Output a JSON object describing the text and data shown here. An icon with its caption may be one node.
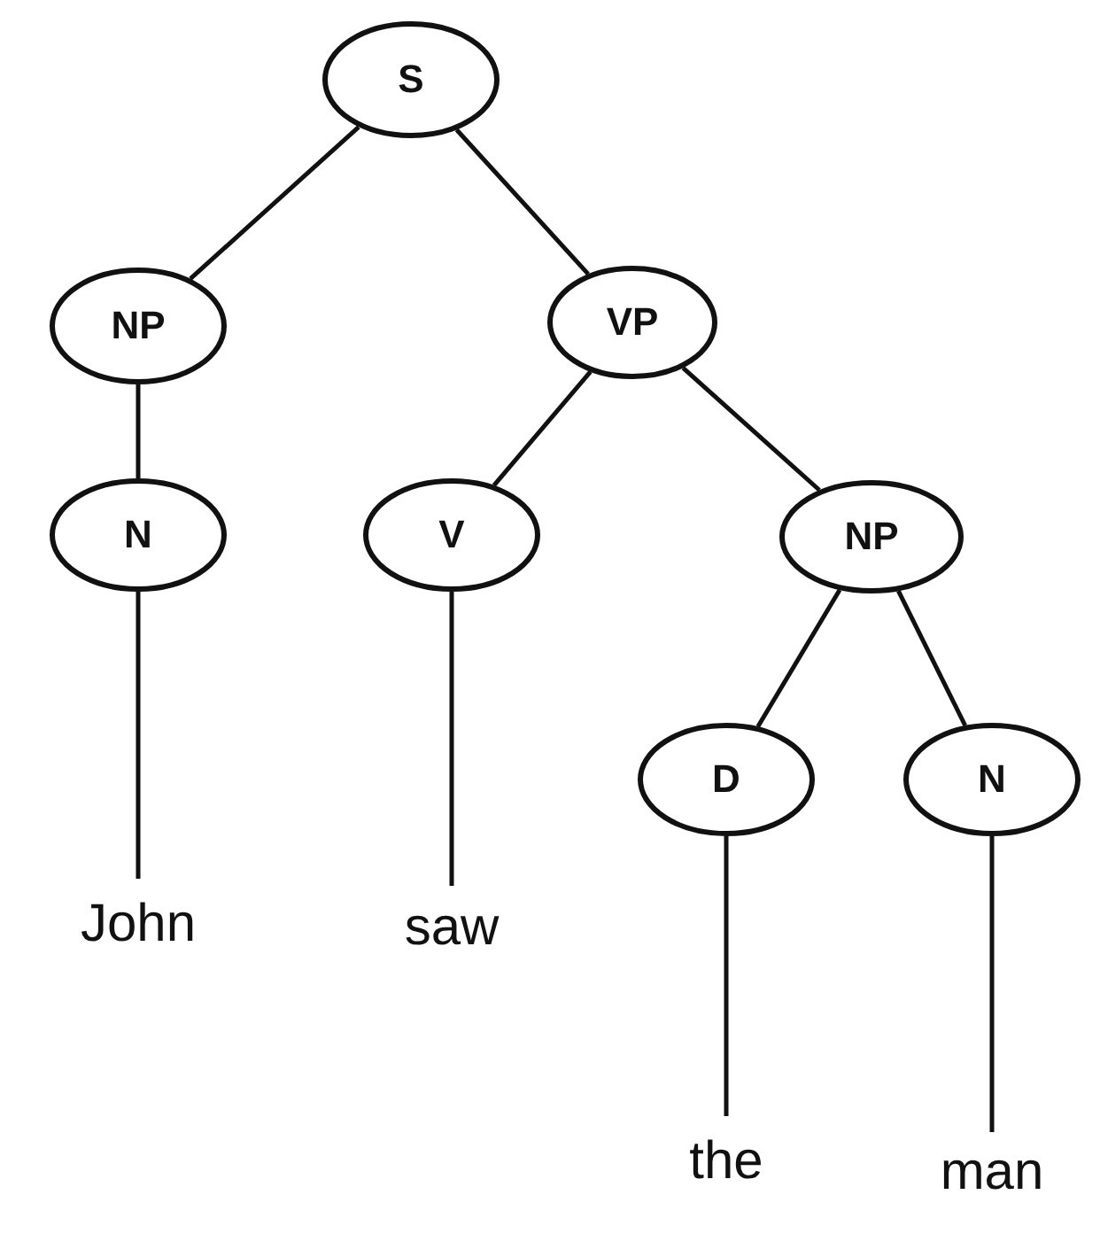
{
  "diagram": {
    "nodes": [
      {
        "text": [
          "S"
        ]
      },
      {
        "text": [
          "NP"
        ]
      },
      {
        "text": [
          "VP"
        ]
      },
      {
        "text": [
          "N"
        ]
      },
      {
        "text": [
          "V"
        ]
      },
      {
        "text": [
          "NP"
        ]
      },
      {
        "text": [
          "John"
        ]
      },
      {
        "text": [
          "saw"
        ]
      },
      {
        "text": [
          "D"
        ]
      },
      {
        "text": [
          "N"
        ]
      },
      {
        "text": [
          "the"
        ]
      },
      {
        "text": [
          "man"
        ]
      }
    ],
    "edges": [
      {
        "from": 0,
        "to": 1,
        "arrow": "none"
      },
      {
        "from": 0,
        "to": 2,
        "arrow": "none"
      },
      {
        "from": 1,
        "to": 3,
        "arrow": "none"
      },
      {
        "from": 2,
        "to": 4,
        "arrow": "none"
      },
      {
        "from": 2,
        "to": 5,
        "arrow": "none"
      },
      {
        "from": 3,
        "to": 6,
        "arrow": "none"
      },
      {
        "from": 4,
        "to": 7,
        "arrow": "none"
      },
      {
        "from": 5,
        "to": 8,
        "arrow": "none"
      },
      {
        "from": 5,
        "to": 9,
        "arrow": "none"
      },
      {
        "from": 8,
        "to": 10,
        "arrow": "none"
      },
      {
        "from": 9,
        "to": 11,
        "arrow": "none"
      }
    ]
  }
}
